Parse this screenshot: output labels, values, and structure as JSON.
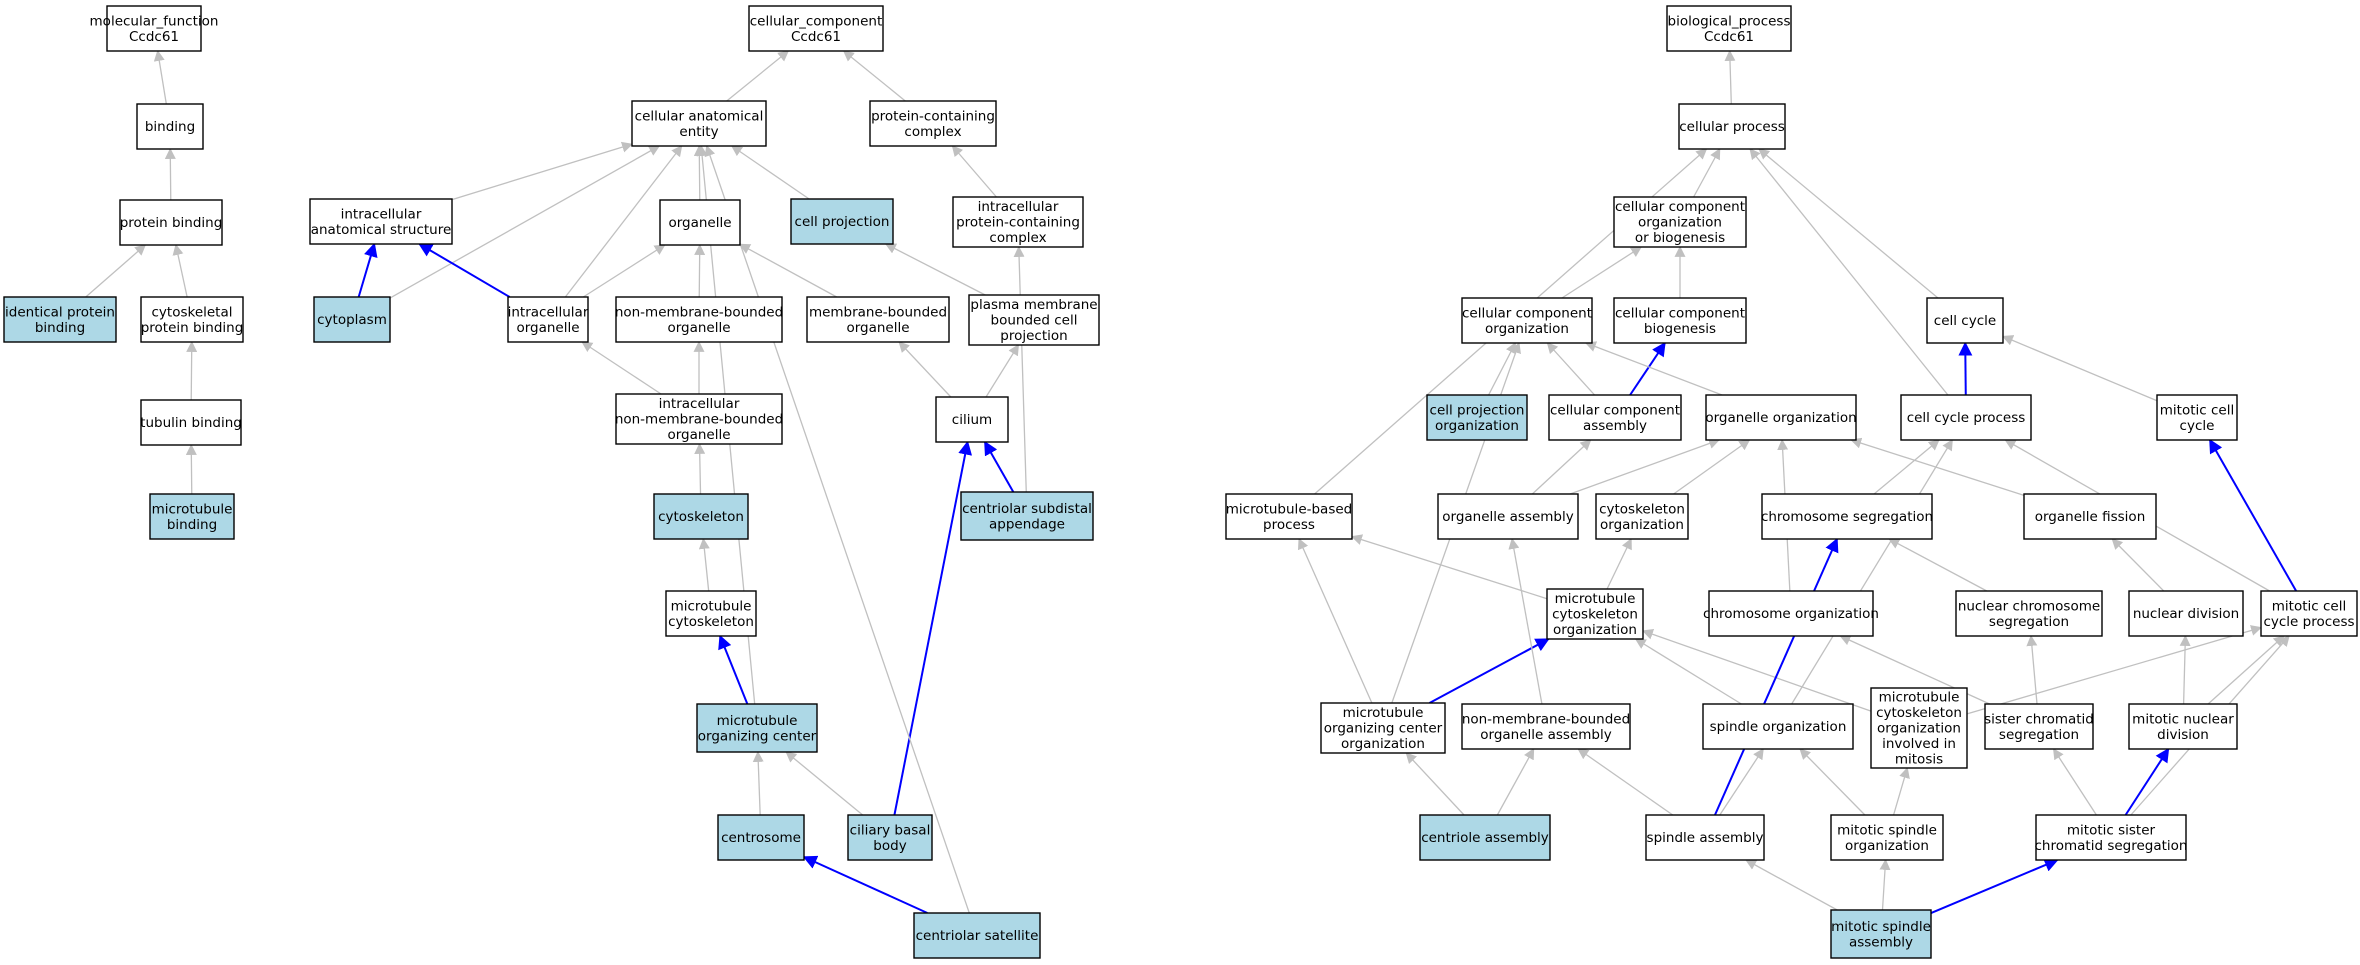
{
  "colors": {
    "background": "#ffffff",
    "highlight_fill": "#add8e6",
    "normal_fill": "#ffffff",
    "gray_edge": "#c0c0c0",
    "blue_edge": "#0000ff"
  },
  "nodes": [
    {
      "id": "mf_root",
      "lines": [
        "molecular_function",
        "Ccdc61"
      ],
      "highlight": false
    },
    {
      "id": "binding",
      "lines": [
        "binding"
      ],
      "highlight": false
    },
    {
      "id": "protein_binding",
      "lines": [
        "protein binding"
      ],
      "highlight": false
    },
    {
      "id": "identical_protein_binding",
      "lines": [
        "identical protein",
        "binding"
      ],
      "highlight": true
    },
    {
      "id": "cytoskeletal_protein_binding",
      "lines": [
        "cytoskeletal",
        "protein binding"
      ],
      "highlight": false
    },
    {
      "id": "tubulin_binding",
      "lines": [
        "tubulin binding"
      ],
      "highlight": false
    },
    {
      "id": "microtubule_binding",
      "lines": [
        "microtubule",
        "binding"
      ],
      "highlight": true
    },
    {
      "id": "cc_root",
      "lines": [
        "cellular_component",
        "Ccdc61"
      ],
      "highlight": false
    },
    {
      "id": "cellular_anatomical_entity",
      "lines": [
        "cellular anatomical",
        "entity"
      ],
      "highlight": false
    },
    {
      "id": "protein_containing_complex",
      "lines": [
        "protein-containing",
        "complex"
      ],
      "highlight": false
    },
    {
      "id": "intracellular_anatomical_structure",
      "lines": [
        "intracellular",
        "anatomical structure"
      ],
      "highlight": false
    },
    {
      "id": "organelle",
      "lines": [
        "organelle"
      ],
      "highlight": false
    },
    {
      "id": "cell_projection",
      "lines": [
        "cell projection"
      ],
      "highlight": true
    },
    {
      "id": "intracellular_protein_containing_complex",
      "lines": [
        "intracellular",
        "protein-containing",
        "complex"
      ],
      "highlight": false
    },
    {
      "id": "cytoplasm",
      "lines": [
        "cytoplasm"
      ],
      "highlight": true
    },
    {
      "id": "intracellular_organelle",
      "lines": [
        "intracellular",
        "organelle"
      ],
      "highlight": false
    },
    {
      "id": "non_membrane_bounded_organelle",
      "lines": [
        "non-membrane-bounded",
        "organelle"
      ],
      "highlight": false
    },
    {
      "id": "membrane_bounded_organelle",
      "lines": [
        "membrane-bounded",
        "organelle"
      ],
      "highlight": false
    },
    {
      "id": "plasma_membrane_bounded_cell_projection",
      "lines": [
        "plasma membrane",
        "bounded cell",
        "projection"
      ],
      "highlight": false
    },
    {
      "id": "intracellular_non_membrane_bounded_organelle",
      "lines": [
        "intracellular",
        "non-membrane-bounded",
        "organelle"
      ],
      "highlight": false
    },
    {
      "id": "cilium",
      "lines": [
        "cilium"
      ],
      "highlight": false
    },
    {
      "id": "cytoskeleton",
      "lines": [
        "cytoskeleton"
      ],
      "highlight": true
    },
    {
      "id": "centriolar_subdistal_appendage",
      "lines": [
        "centriolar subdistal",
        "appendage"
      ],
      "highlight": true
    },
    {
      "id": "microtubule_cytoskeleton",
      "lines": [
        "microtubule",
        "cytoskeleton"
      ],
      "highlight": false
    },
    {
      "id": "microtubule_organizing_center",
      "lines": [
        "microtubule",
        "organizing center"
      ],
      "highlight": true
    },
    {
      "id": "centrosome",
      "lines": [
        "centrosome"
      ],
      "highlight": true
    },
    {
      "id": "ciliary_basal_body",
      "lines": [
        "ciliary basal",
        "body"
      ],
      "highlight": true
    },
    {
      "id": "centriolar_satellite",
      "lines": [
        "centriolar satellite"
      ],
      "highlight": true
    },
    {
      "id": "bp_root",
      "lines": [
        "biological_process",
        "Ccdc61"
      ],
      "highlight": false
    },
    {
      "id": "cellular_process",
      "lines": [
        "cellular process"
      ],
      "highlight": false
    },
    {
      "id": "ccob",
      "lines": [
        "cellular component",
        "organization",
        "or biogenesis"
      ],
      "highlight": false
    },
    {
      "id": "cco",
      "lines": [
        "cellular component",
        "organization"
      ],
      "highlight": false
    },
    {
      "id": "ccb",
      "lines": [
        "cellular component",
        "biogenesis"
      ],
      "highlight": false
    },
    {
      "id": "cell_cycle",
      "lines": [
        "cell cycle"
      ],
      "highlight": false
    },
    {
      "id": "cell_projection_organization",
      "lines": [
        "cell projection",
        "organization"
      ],
      "highlight": true
    },
    {
      "id": "cca",
      "lines": [
        "cellular component",
        "assembly"
      ],
      "highlight": false
    },
    {
      "id": "organelle_organization",
      "lines": [
        "organelle organization"
      ],
      "highlight": false
    },
    {
      "id": "cell_cycle_process",
      "lines": [
        "cell cycle process"
      ],
      "highlight": false
    },
    {
      "id": "mitotic_cell_cycle",
      "lines": [
        "mitotic cell",
        "cycle"
      ],
      "highlight": false
    },
    {
      "id": "microtubule_based_process",
      "lines": [
        "microtubule-based",
        "process"
      ],
      "highlight": false
    },
    {
      "id": "organelle_assembly",
      "lines": [
        "organelle assembly"
      ],
      "highlight": false
    },
    {
      "id": "cytoskeleton_organization",
      "lines": [
        "cytoskeleton",
        "organization"
      ],
      "highlight": false
    },
    {
      "id": "chromosome_segregation",
      "lines": [
        "chromosome segregation"
      ],
      "highlight": false
    },
    {
      "id": "organelle_fission",
      "lines": [
        "organelle fission"
      ],
      "highlight": false
    },
    {
      "id": "mco",
      "lines": [
        "microtubule",
        "cytoskeleton",
        "organization"
      ],
      "highlight": false
    },
    {
      "id": "chromosome_organization",
      "lines": [
        "chromosome organization"
      ],
      "highlight": false
    },
    {
      "id": "nuclear_chromosome_segregation",
      "lines": [
        "nuclear chromosome",
        "segregation"
      ],
      "highlight": false
    },
    {
      "id": "nuclear_division",
      "lines": [
        "nuclear division"
      ],
      "highlight": false
    },
    {
      "id": "mitotic_cell_cycle_process",
      "lines": [
        "mitotic cell",
        "cycle process"
      ],
      "highlight": false
    },
    {
      "id": "mocoo",
      "lines": [
        "microtubule",
        "organizing center",
        "organization"
      ],
      "highlight": false
    },
    {
      "id": "nmboa",
      "lines": [
        "non-membrane-bounded",
        "organelle assembly"
      ],
      "highlight": false
    },
    {
      "id": "spindle_organization",
      "lines": [
        "spindle organization"
      ],
      "highlight": false
    },
    {
      "id": "mcoim",
      "lines": [
        "microtubule",
        "cytoskeleton",
        "organization",
        "involved in",
        "mitosis"
      ],
      "highlight": false
    },
    {
      "id": "sister_chromatid_segregation",
      "lines": [
        "sister chromatid",
        "segregation"
      ],
      "highlight": false
    },
    {
      "id": "mitotic_nuclear_division",
      "lines": [
        "mitotic nuclear",
        "division"
      ],
      "highlight": false
    },
    {
      "id": "centriole_assembly",
      "lines": [
        "centriole assembly"
      ],
      "highlight": true
    },
    {
      "id": "spindle_assembly",
      "lines": [
        "spindle assembly"
      ],
      "highlight": false
    },
    {
      "id": "mitotic_spindle_organization",
      "lines": [
        "mitotic spindle",
        "organization"
      ],
      "highlight": false
    },
    {
      "id": "mscs",
      "lines": [
        "mitotic sister",
        "chromatid segregation"
      ],
      "highlight": false
    },
    {
      "id": "mitotic_spindle_assembly",
      "lines": [
        "mitotic spindle",
        "assembly"
      ],
      "highlight": true
    }
  ],
  "edges": [
    {
      "from": "binding",
      "to": "mf_root",
      "color": "gray"
    },
    {
      "from": "protein_binding",
      "to": "binding",
      "color": "gray"
    },
    {
      "from": "identical_protein_binding",
      "to": "protein_binding",
      "color": "gray"
    },
    {
      "from": "cytoskeletal_protein_binding",
      "to": "protein_binding",
      "color": "gray"
    },
    {
      "from": "tubulin_binding",
      "to": "cytoskeletal_protein_binding",
      "color": "gray"
    },
    {
      "from": "microtubule_binding",
      "to": "tubulin_binding",
      "color": "gray"
    },
    {
      "from": "cellular_anatomical_entity",
      "to": "cc_root",
      "color": "gray"
    },
    {
      "from": "protein_containing_complex",
      "to": "cc_root",
      "color": "gray"
    },
    {
      "from": "intracellular_anatomical_structure",
      "to": "cellular_anatomical_entity",
      "color": "gray"
    },
    {
      "from": "organelle",
      "to": "cellular_anatomical_entity",
      "color": "gray"
    },
    {
      "from": "cell_projection",
      "to": "cellular_anatomical_entity",
      "color": "gray"
    },
    {
      "from": "intracellular_protein_containing_complex",
      "to": "protein_containing_complex",
      "color": "gray"
    },
    {
      "from": "cytoplasm",
      "to": "intracellular_anatomical_structure",
      "color": "blue"
    },
    {
      "from": "cytoplasm",
      "to": "cellular_anatomical_entity",
      "color": "gray"
    },
    {
      "from": "intracellular_organelle",
      "to": "intracellular_anatomical_structure",
      "color": "blue"
    },
    {
      "from": "intracellular_organelle",
      "to": "organelle",
      "color": "gray"
    },
    {
      "from": "intracellular_organelle",
      "to": "cellular_anatomical_entity",
      "color": "gray"
    },
    {
      "from": "non_membrane_bounded_organelle",
      "to": "organelle",
      "color": "gray"
    },
    {
      "from": "membrane_bounded_organelle",
      "to": "organelle",
      "color": "gray"
    },
    {
      "from": "plasma_membrane_bounded_cell_projection",
      "to": "cell_projection",
      "color": "gray"
    },
    {
      "from": "intracellular_non_membrane_bounded_organelle",
      "to": "intracellular_organelle",
      "color": "gray"
    },
    {
      "from": "intracellular_non_membrane_bounded_organelle",
      "to": "non_membrane_bounded_organelle",
      "color": "gray"
    },
    {
      "from": "cilium",
      "to": "membrane_bounded_organelle",
      "color": "gray"
    },
    {
      "from": "cilium",
      "to": "plasma_membrane_bounded_cell_projection",
      "color": "gray"
    },
    {
      "from": "cytoskeleton",
      "to": "intracellular_non_membrane_bounded_organelle",
      "color": "gray"
    },
    {
      "from": "centriolar_subdistal_appendage",
      "to": "cilium",
      "color": "blue"
    },
    {
      "from": "centriolar_subdistal_appendage",
      "to": "intracellular_protein_containing_complex",
      "color": "gray"
    },
    {
      "from": "microtubule_cytoskeleton",
      "to": "cytoskeleton",
      "color": "gray"
    },
    {
      "from": "microtubule_organizing_center",
      "to": "microtubule_cytoskeleton",
      "color": "blue"
    },
    {
      "from": "microtubule_organizing_center",
      "to": "cellular_anatomical_entity",
      "color": "gray"
    },
    {
      "from": "centrosome",
      "to": "microtubule_organizing_center",
      "color": "gray"
    },
    {
      "from": "ciliary_basal_body",
      "to": "microtubule_organizing_center",
      "color": "gray"
    },
    {
      "from": "ciliary_basal_body",
      "to": "cilium",
      "color": "blue"
    },
    {
      "from": "centriolar_satellite",
      "to": "centrosome",
      "color": "blue"
    },
    {
      "from": "centriolar_satellite",
      "to": "cellular_anatomical_entity",
      "color": "gray"
    },
    {
      "from": "cellular_process",
      "to": "bp_root",
      "color": "gray"
    },
    {
      "from": "ccob",
      "to": "cellular_process",
      "color": "gray"
    },
    {
      "from": "cco",
      "to": "ccob",
      "color": "gray"
    },
    {
      "from": "ccb",
      "to": "ccob",
      "color": "gray"
    },
    {
      "from": "cell_cycle",
      "to": "cellular_process",
      "color": "gray"
    },
    {
      "from": "cell_projection_organization",
      "to": "cco",
      "color": "gray"
    },
    {
      "from": "cca",
      "to": "cco",
      "color": "gray"
    },
    {
      "from": "cca",
      "to": "ccb",
      "color": "blue"
    },
    {
      "from": "organelle_organization",
      "to": "cco",
      "color": "gray"
    },
    {
      "from": "cell_cycle_process",
      "to": "cell_cycle",
      "color": "blue"
    },
    {
      "from": "cell_cycle_process",
      "to": "cellular_process",
      "color": "gray"
    },
    {
      "from": "mitotic_cell_cycle",
      "to": "cell_cycle",
      "color": "gray"
    },
    {
      "from": "microtubule_based_process",
      "to": "cellular_process",
      "color": "gray"
    },
    {
      "from": "organelle_assembly",
      "to": "cca",
      "color": "gray"
    },
    {
      "from": "organelle_assembly",
      "to": "organelle_organization",
      "color": "gray"
    },
    {
      "from": "cytoskeleton_organization",
      "to": "organelle_organization",
      "color": "gray"
    },
    {
      "from": "chromosome_segregation",
      "to": "cell_cycle_process",
      "color": "gray"
    },
    {
      "from": "organelle_fission",
      "to": "organelle_organization",
      "color": "gray"
    },
    {
      "from": "mco",
      "to": "cytoskeleton_organization",
      "color": "gray"
    },
    {
      "from": "mco",
      "to": "microtubule_based_process",
      "color": "gray"
    },
    {
      "from": "chromosome_organization",
      "to": "organelle_organization",
      "color": "gray"
    },
    {
      "from": "nuclear_chromosome_segregation",
      "to": "chromosome_segregation",
      "color": "gray"
    },
    {
      "from": "nuclear_division",
      "to": "organelle_fission",
      "color": "gray"
    },
    {
      "from": "mitotic_cell_cycle_process",
      "to": "mitotic_cell_cycle",
      "color": "blue"
    },
    {
      "from": "mitotic_cell_cycle_process",
      "to": "cell_cycle_process",
      "color": "gray"
    },
    {
      "from": "mocoo",
      "to": "mco",
      "color": "blue"
    },
    {
      "from": "mocoo",
      "to": "cco",
      "color": "gray"
    },
    {
      "from": "mocoo",
      "to": "microtubule_based_process",
      "color": "gray"
    },
    {
      "from": "nmboa",
      "to": "organelle_assembly",
      "color": "gray"
    },
    {
      "from": "spindle_organization",
      "to": "mco",
      "color": "gray"
    },
    {
      "from": "spindle_organization",
      "to": "cell_cycle_process",
      "color": "gray"
    },
    {
      "from": "mcoim",
      "to": "mco",
      "color": "gray"
    },
    {
      "from": "mcoim",
      "to": "mitotic_cell_cycle_process",
      "color": "gray"
    },
    {
      "from": "sister_chromatid_segregation",
      "to": "nuclear_chromosome_segregation",
      "color": "gray"
    },
    {
      "from": "sister_chromatid_segregation",
      "to": "chromosome_organization",
      "color": "gray"
    },
    {
      "from": "mitotic_nuclear_division",
      "to": "nuclear_division",
      "color": "gray"
    },
    {
      "from": "mitotic_nuclear_division",
      "to": "mitotic_cell_cycle_process",
      "color": "gray"
    },
    {
      "from": "centriole_assembly",
      "to": "mocoo",
      "color": "gray"
    },
    {
      "from": "centriole_assembly",
      "to": "nmboa",
      "color": "gray"
    },
    {
      "from": "spindle_assembly",
      "to": "spindle_organization",
      "color": "gray"
    },
    {
      "from": "spindle_assembly",
      "to": "nmboa",
      "color": "gray"
    },
    {
      "from": "spindle_assembly",
      "to": "chromosome_segregation",
      "color": "blue"
    },
    {
      "from": "mitotic_spindle_organization",
      "to": "spindle_organization",
      "color": "gray"
    },
    {
      "from": "mitotic_spindle_organization",
      "to": "mcoim",
      "color": "gray"
    },
    {
      "from": "mscs",
      "to": "sister_chromatid_segregation",
      "color": "gray"
    },
    {
      "from": "mscs",
      "to": "mitotic_nuclear_division",
      "color": "blue"
    },
    {
      "from": "mscs",
      "to": "mitotic_cell_cycle_process",
      "color": "gray"
    },
    {
      "from": "mitotic_spindle_assembly",
      "to": "spindle_assembly",
      "color": "gray"
    },
    {
      "from": "mitotic_spindle_assembly",
      "to": "mitotic_spindle_organization",
      "color": "gray"
    },
    {
      "from": "mitotic_spindle_assembly",
      "to": "mscs",
      "color": "blue"
    }
  ]
}
